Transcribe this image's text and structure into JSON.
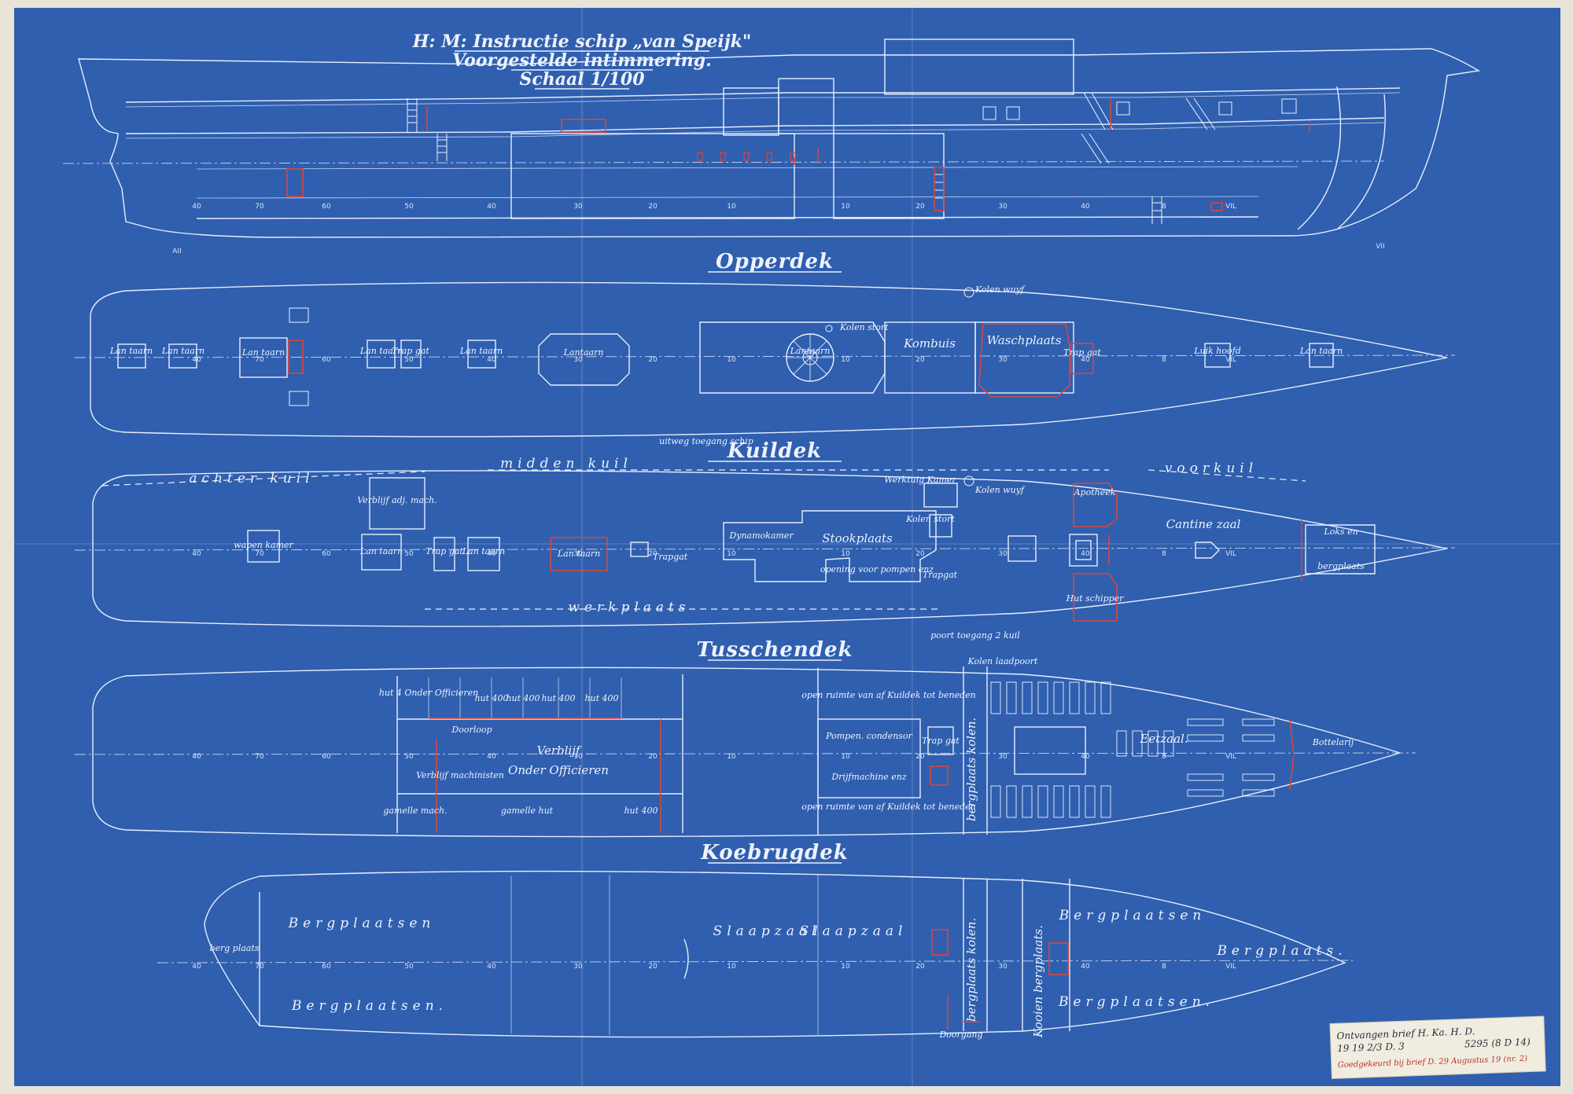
{
  "title": {
    "line1": "H: M: Instructie schip „van Speijk\"",
    "line2": "Voorgestelde intimmering.",
    "line3": "Schaal 1/100"
  },
  "sheet": {
    "paper_color": "#2f5fae",
    "line_color": "#eef2ff",
    "accent_color": "#d9463c"
  },
  "frames": [
    "40",
    "70",
    "60",
    "50",
    "40",
    "30",
    "20",
    "10",
    "10",
    "20",
    "30",
    "40",
    "8",
    "VIL"
  ],
  "frame_ends": {
    "aft": "AII",
    "fwd": "VII"
  },
  "decks": [
    {
      "name": "Opperdek",
      "rooms": [
        "Lan taarn",
        "Lan taarn",
        "Lan taarn",
        "Lan taarn",
        "Trap gat",
        "Lan taarn",
        "Lantaarn",
        "Lantaarn",
        "Kolen stort",
        "Kombuis",
        "Waschplaats",
        "Trap gat",
        "Luik hoofd",
        "Lan taarn",
        "Kolen wuyf"
      ]
    },
    {
      "name": "Kuildek",
      "regions": [
        "achter kuil",
        "midden kuil",
        "voorkuil",
        "werkplaats"
      ],
      "rooms": [
        "Verblijf adj. mach.",
        "wapen kamer",
        "Lan taarn",
        "Trap gat",
        "Lan taarn",
        "Lan taarn",
        "Trapgat",
        "Dynamokamer",
        "Stookplaats",
        "opening voor pompen enz",
        "Trapgat",
        "Kolen wuyf",
        "Apotheek",
        "Cantine zaal",
        "Hut schipper",
        "Loks en",
        "bergplaats",
        "uitweg toegang schip",
        "Werktuig Kamer",
        "Kolen stort",
        "poort toegang 2 kuil"
      ]
    },
    {
      "name": "Tusschendek",
      "rooms": [
        "hut 4 Onder Officieren",
        "hut 400",
        "hut 400",
        "hut 400",
        "hut 400",
        "Doorloop",
        "Verblijf",
        "Onder Officieren",
        "Verblijf machinisten",
        "gamelle mach.",
        "gamelle hut",
        "hut 400",
        "open ruimte van af Kuildek tot beneden",
        "Pompen. condensor",
        "Trap gat",
        "Drijfmachine enz",
        "open ruimte van af Kuildek tot beneden",
        "bergplaats kolen.",
        "Kolen laadpoort",
        "Eetzaal.",
        "Bottelarij"
      ]
    },
    {
      "name": "Koebrugdek",
      "rooms": [
        "berg plaats",
        "Bergplaatsen",
        "Bergplaatsen.",
        "Slaapzaal",
        "Slaapzaal",
        "bergplaats kolen.",
        "Kooien bergplaats.",
        "Doorgang",
        "Bergplaatsen",
        "Bergplaatsen.",
        "Bergplaats."
      ]
    }
  ],
  "archive_label": {
    "line1": "Ontvangen brief H. Ka. H. D.",
    "line2": "19 19 2/3 D. 3",
    "line3": "5295 (8 D 14)",
    "line4": "Goedgekeurd bij brief D. 29 Augustus 19 (nr. 2)"
  }
}
